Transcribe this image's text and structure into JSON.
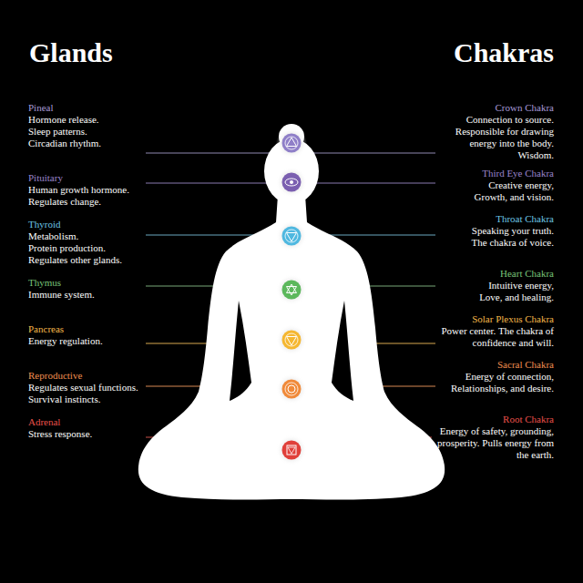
{
  "diagram": {
    "labels": [
      "Glands",
      "Chakras",
      "Pineal",
      "Hormone release.",
      "Sleep patterns.",
      "Circadian rhythm.",
      "Pituitary",
      "Human growth hormone.",
      "Regulates change.",
      "Thyroid",
      "Metabolism.",
      "Protein production.",
      "Regulates other glands.",
      "Thymus",
      "Immune system.",
      "Pancreas",
      "Energy regulation.",
      "Reproductive",
      "Regulates sexual functions.",
      "Survival instincts.",
      "Adrenal",
      "Stress response.",
      "Crown Chakra",
      "Connection to source.",
      "Responsible for drawing",
      "energy into the body.",
      "Wisdom.",
      "Third Eye Chakra",
      "Creative energy,",
      "Growth, and vision.",
      "Throat Chakra",
      "Speaking your truth.",
      "The chakra of voice.",
      "Heart Chakra",
      "Intuitive energy,",
      "Love, and healing.",
      "Solar Plexus Chakra",
      "Power center. The chakra of",
      "confidence and will.",
      "Sacral Chakra",
      "Energy of connection,",
      "Relationships, and desire.",
      "Root Chakra",
      "Energy of safety, grounding,",
      "prosperity. Pulls energy from",
      "the earth."
    ]
  }
}
